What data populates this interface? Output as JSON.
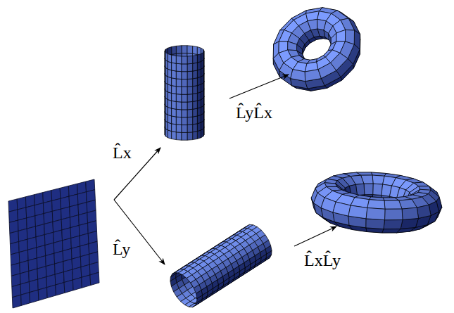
{
  "diagram": {
    "labels": [
      "L̂x",
      "L̂y",
      "L̂yL̂x",
      "L̂xL̂y"
    ]
  }
}
